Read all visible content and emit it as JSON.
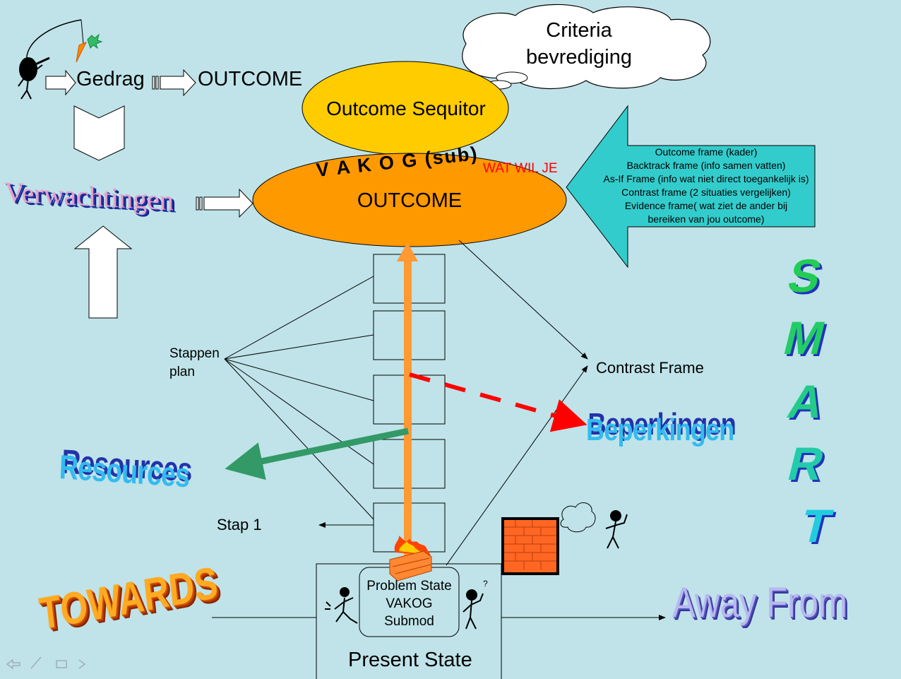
{
  "top_row": {
    "gedrag": "Gedrag",
    "outcome": "OUTCOME"
  },
  "expectations": "Verwachtingen",
  "cloud": {
    "line1": "Criteria",
    "line2": "bevrediging"
  },
  "sequitor": "Outcome Sequitor",
  "vakog": {
    "title": "V A K O G (sub)",
    "outcome": "OUTCOME",
    "overlay": "WAT WIL JE"
  },
  "frames_arrow": {
    "lines": [
      "Outcome frame (kader)",
      "Backtrack frame (info samen vatten)",
      "As-If Frame (info wat niet direct toegankelijk is)",
      "Contrast frame (2 situaties vergelijken)",
      "Evidence frame( wat ziet de ander bij",
      "bereiken van jou outcome)"
    ]
  },
  "smart": [
    "S",
    "M",
    "A",
    "R",
    "T"
  ],
  "stappen": {
    "line1": "Stappen",
    "line2": "plan"
  },
  "stap1": "Stap 1",
  "contrast_frame": "Contrast Frame",
  "beperkingen": "Beperkingen",
  "resources": "Resources",
  "problem": {
    "line1": "Problem State",
    "line2": "VAKOG",
    "line3": "Submod"
  },
  "present_state": "Present State",
  "towards": "TOWARDS",
  "away_from": "Away From",
  "colors": {
    "background": "#bfe3e9",
    "sequitor_fill": "#ffcc00",
    "vakog_fill": "#ff9900",
    "frames_fill": "#33cccc",
    "orange_arrow": "#ff9933",
    "green_arrow": "#339966",
    "red_dash": "#ff0000"
  },
  "icons": [
    "stick-figure-carrot-icon",
    "stick-figure-puzzled-icon",
    "brick-wall-icon",
    "firewall-icon",
    "nav-controls-icon"
  ]
}
